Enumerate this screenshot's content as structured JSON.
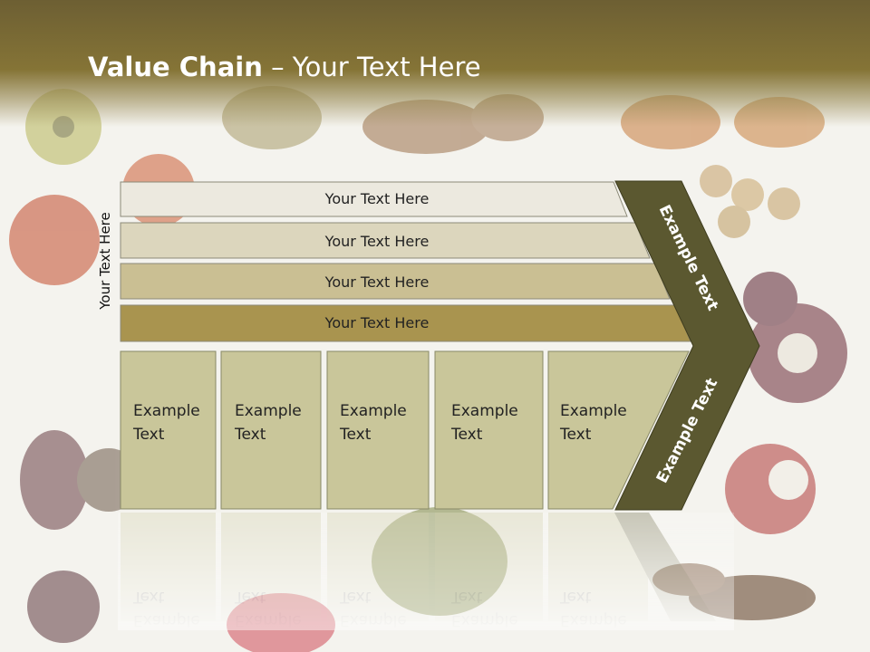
{
  "title": {
    "bold": "Value Chain",
    "rest": " – Your Text Here"
  },
  "side_label": "Your Text Here",
  "bars": [
    {
      "label": "Your Text Here",
      "color": "#ece9df"
    },
    {
      "label": "Your Text Here",
      "color": "#dcd6bd"
    },
    {
      "label": "Your Text Here",
      "color": "#cabf93"
    },
    {
      "label": "Your Text Here",
      "color": "#a9944f"
    }
  ],
  "boxes": [
    {
      "line1": "Example",
      "line2": "Text"
    },
    {
      "line1": "Example",
      "line2": "Text"
    },
    {
      "line1": "Example",
      "line2": "Text"
    },
    {
      "line1": "Example",
      "line2": "Text"
    },
    {
      "line1": "Example",
      "line2": "Text"
    }
  ],
  "chevron": {
    "upper_label": "Example Text",
    "lower_label": "Example Text",
    "color": "#5b5830"
  },
  "colors": {
    "title_band": "#7a6a35",
    "box_fill": "#c9c69a",
    "box_border": "#888866"
  }
}
